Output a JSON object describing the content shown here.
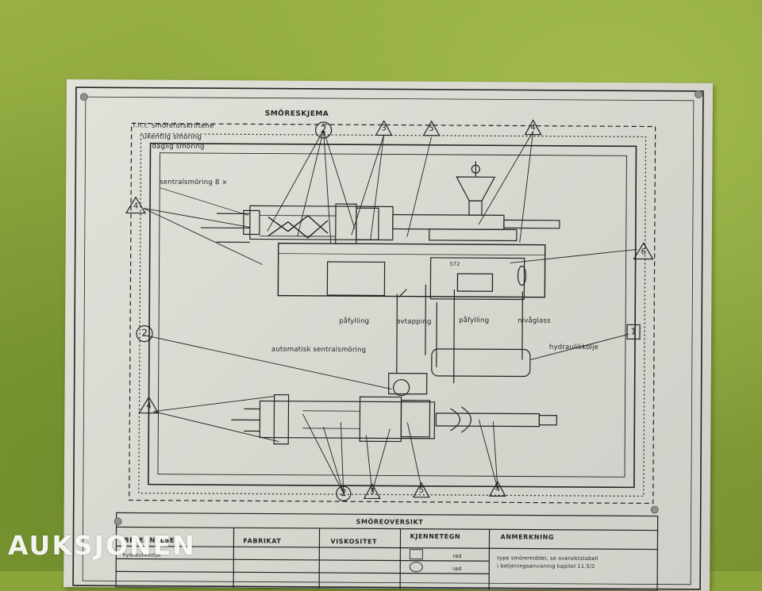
{
  "plate": {
    "title": "SMÖRESKJEMA",
    "legend": {
      "line1": "i.h.t. smöreforskriftene",
      "line2": "ukentlig smöring",
      "line3": "daglig smöring",
      "line4": "sentralsmöring 8 ×"
    },
    "labels": {
      "automatisk": "automatisk sentralsmöring",
      "pafylling1": "påfylling",
      "avtapping": "avtapping",
      "pafylling2": "påfylling",
      "nivaglass": "nivåglass",
      "hydraulikkolje": "hydraulikkolje",
      "tank_mark": "572"
    },
    "markers": {
      "c2": "2",
      "t3": "3",
      "t5": "5",
      "t4": "4",
      "t6": "6",
      "s1": "1"
    },
    "table": {
      "title": "SMÖREOVERSIKT",
      "headers": [
        "BETEGNELSE",
        "FABRIKAT",
        "VISKOSITET",
        "KJENNETEGN",
        "ANMERKNING"
      ],
      "row1": {
        "betegnelse": "hydraulikkolje",
        "kjennetegn": "rød"
      },
      "row2": {
        "kjennetegn": "rød"
      },
      "note1": "type smöremiddel, se oversiktstabell",
      "note2": "i betjeningsanvisning kapitel 11.5/2"
    }
  },
  "watermark": "AUKSJONEN",
  "colors": {
    "wall": "#8aa43a",
    "plate": "#dcdcd5",
    "ink": "#222222"
  }
}
